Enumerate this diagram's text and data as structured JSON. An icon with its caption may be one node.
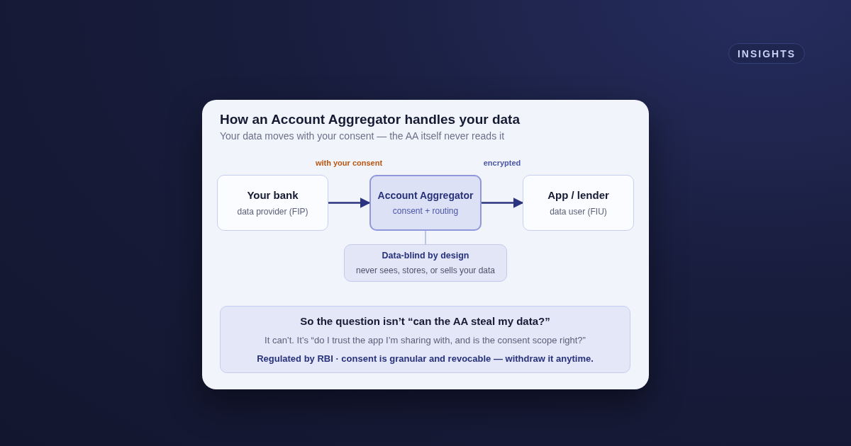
{
  "diagram": {
    "title": "How an Account Aggregator handles your data",
    "nodes": [
      {
        "text": [
          "Your bank",
          "data provider (FIP)"
        ]
      },
      {
        "text": [
          "Account Aggregator",
          "consent + routing"
        ]
      },
      {
        "text": [
          "App / lender",
          "data user (FIU)"
        ]
      },
      {
        "text": [
          "Data-blind by design",
          "never sees, stores, or sells your data"
        ]
      },
      {
        "text": [
          "So the question isn’t “can the AA steal my data?”",
          "It can’t. It’s “do I trust the app I’m sharing with, and is the consent scope right?”",
          "Regulated by RBI · consent is granular and revocable — withdraw it anytime."
        ]
      }
    ],
    "edges": [
      {
        "from": 0,
        "to": 1,
        "arrow": "to",
        "label": "with your consent"
      },
      {
        "from": 1,
        "to": 2,
        "arrow": "to",
        "label": "encrypted"
      },
      {
        "from": 1,
        "to": 3,
        "arrow": "none",
        "color": "#aab2e2"
      }
    ],
    "labels": [
      "INSIGHTS",
      "Your data moves with your consent — the AA itself never reads it"
    ]
  }
}
